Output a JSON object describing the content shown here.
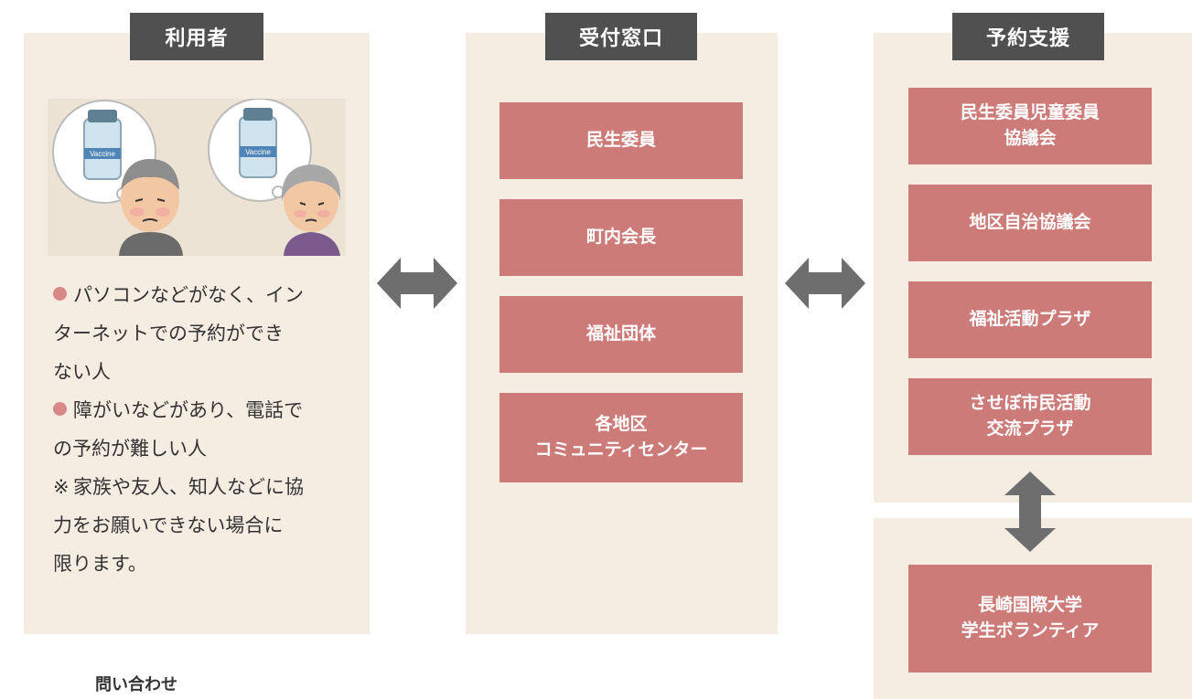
{
  "columns": {
    "users": {
      "title": "利用者",
      "bullets": [
        {
          "mark": "dot",
          "lines": [
            "パソコンなどがなく、イン",
            "ターネットでの予約ができ",
            "ない人"
          ]
        },
        {
          "mark": "dot",
          "lines": [
            "障がいなどがあり、電話で",
            "の予約が難しい人"
          ]
        },
        {
          "mark": "※",
          "lines": [
            "家族や友人、知人などに協",
            "力をお願いできない場合に",
            "限ります。"
          ]
        }
      ]
    },
    "reception": {
      "title": "受付窓口",
      "items": [
        {
          "lines": [
            "民生委員"
          ]
        },
        {
          "lines": [
            "町内会長"
          ]
        },
        {
          "lines": [
            "福祉団体"
          ]
        },
        {
          "lines": [
            "各地区",
            "コミュニティセンター"
          ]
        }
      ]
    },
    "support": {
      "title": "予約支援",
      "items": [
        {
          "lines": [
            "民生委員児童委員",
            "協議会"
          ]
        },
        {
          "lines": [
            "地区自治協議会"
          ]
        },
        {
          "lines": [
            "福祉活動プラザ"
          ]
        },
        {
          "lines": [
            "させぼ市民活動",
            "交流プラザ"
          ]
        }
      ],
      "partner": {
        "lines": [
          "長崎国際大学",
          "学生ボランティア"
        ]
      }
    }
  },
  "illustration": {
    "bubble_label": "Vaccine"
  },
  "footer": {
    "label": "問い合わせ"
  },
  "colors": {
    "panel_bg": "#f5ece2",
    "tag_bg": "#505050",
    "box_bg": "#cc7b78",
    "arrow": "#6e6e6e",
    "bullet": "#d88886"
  }
}
